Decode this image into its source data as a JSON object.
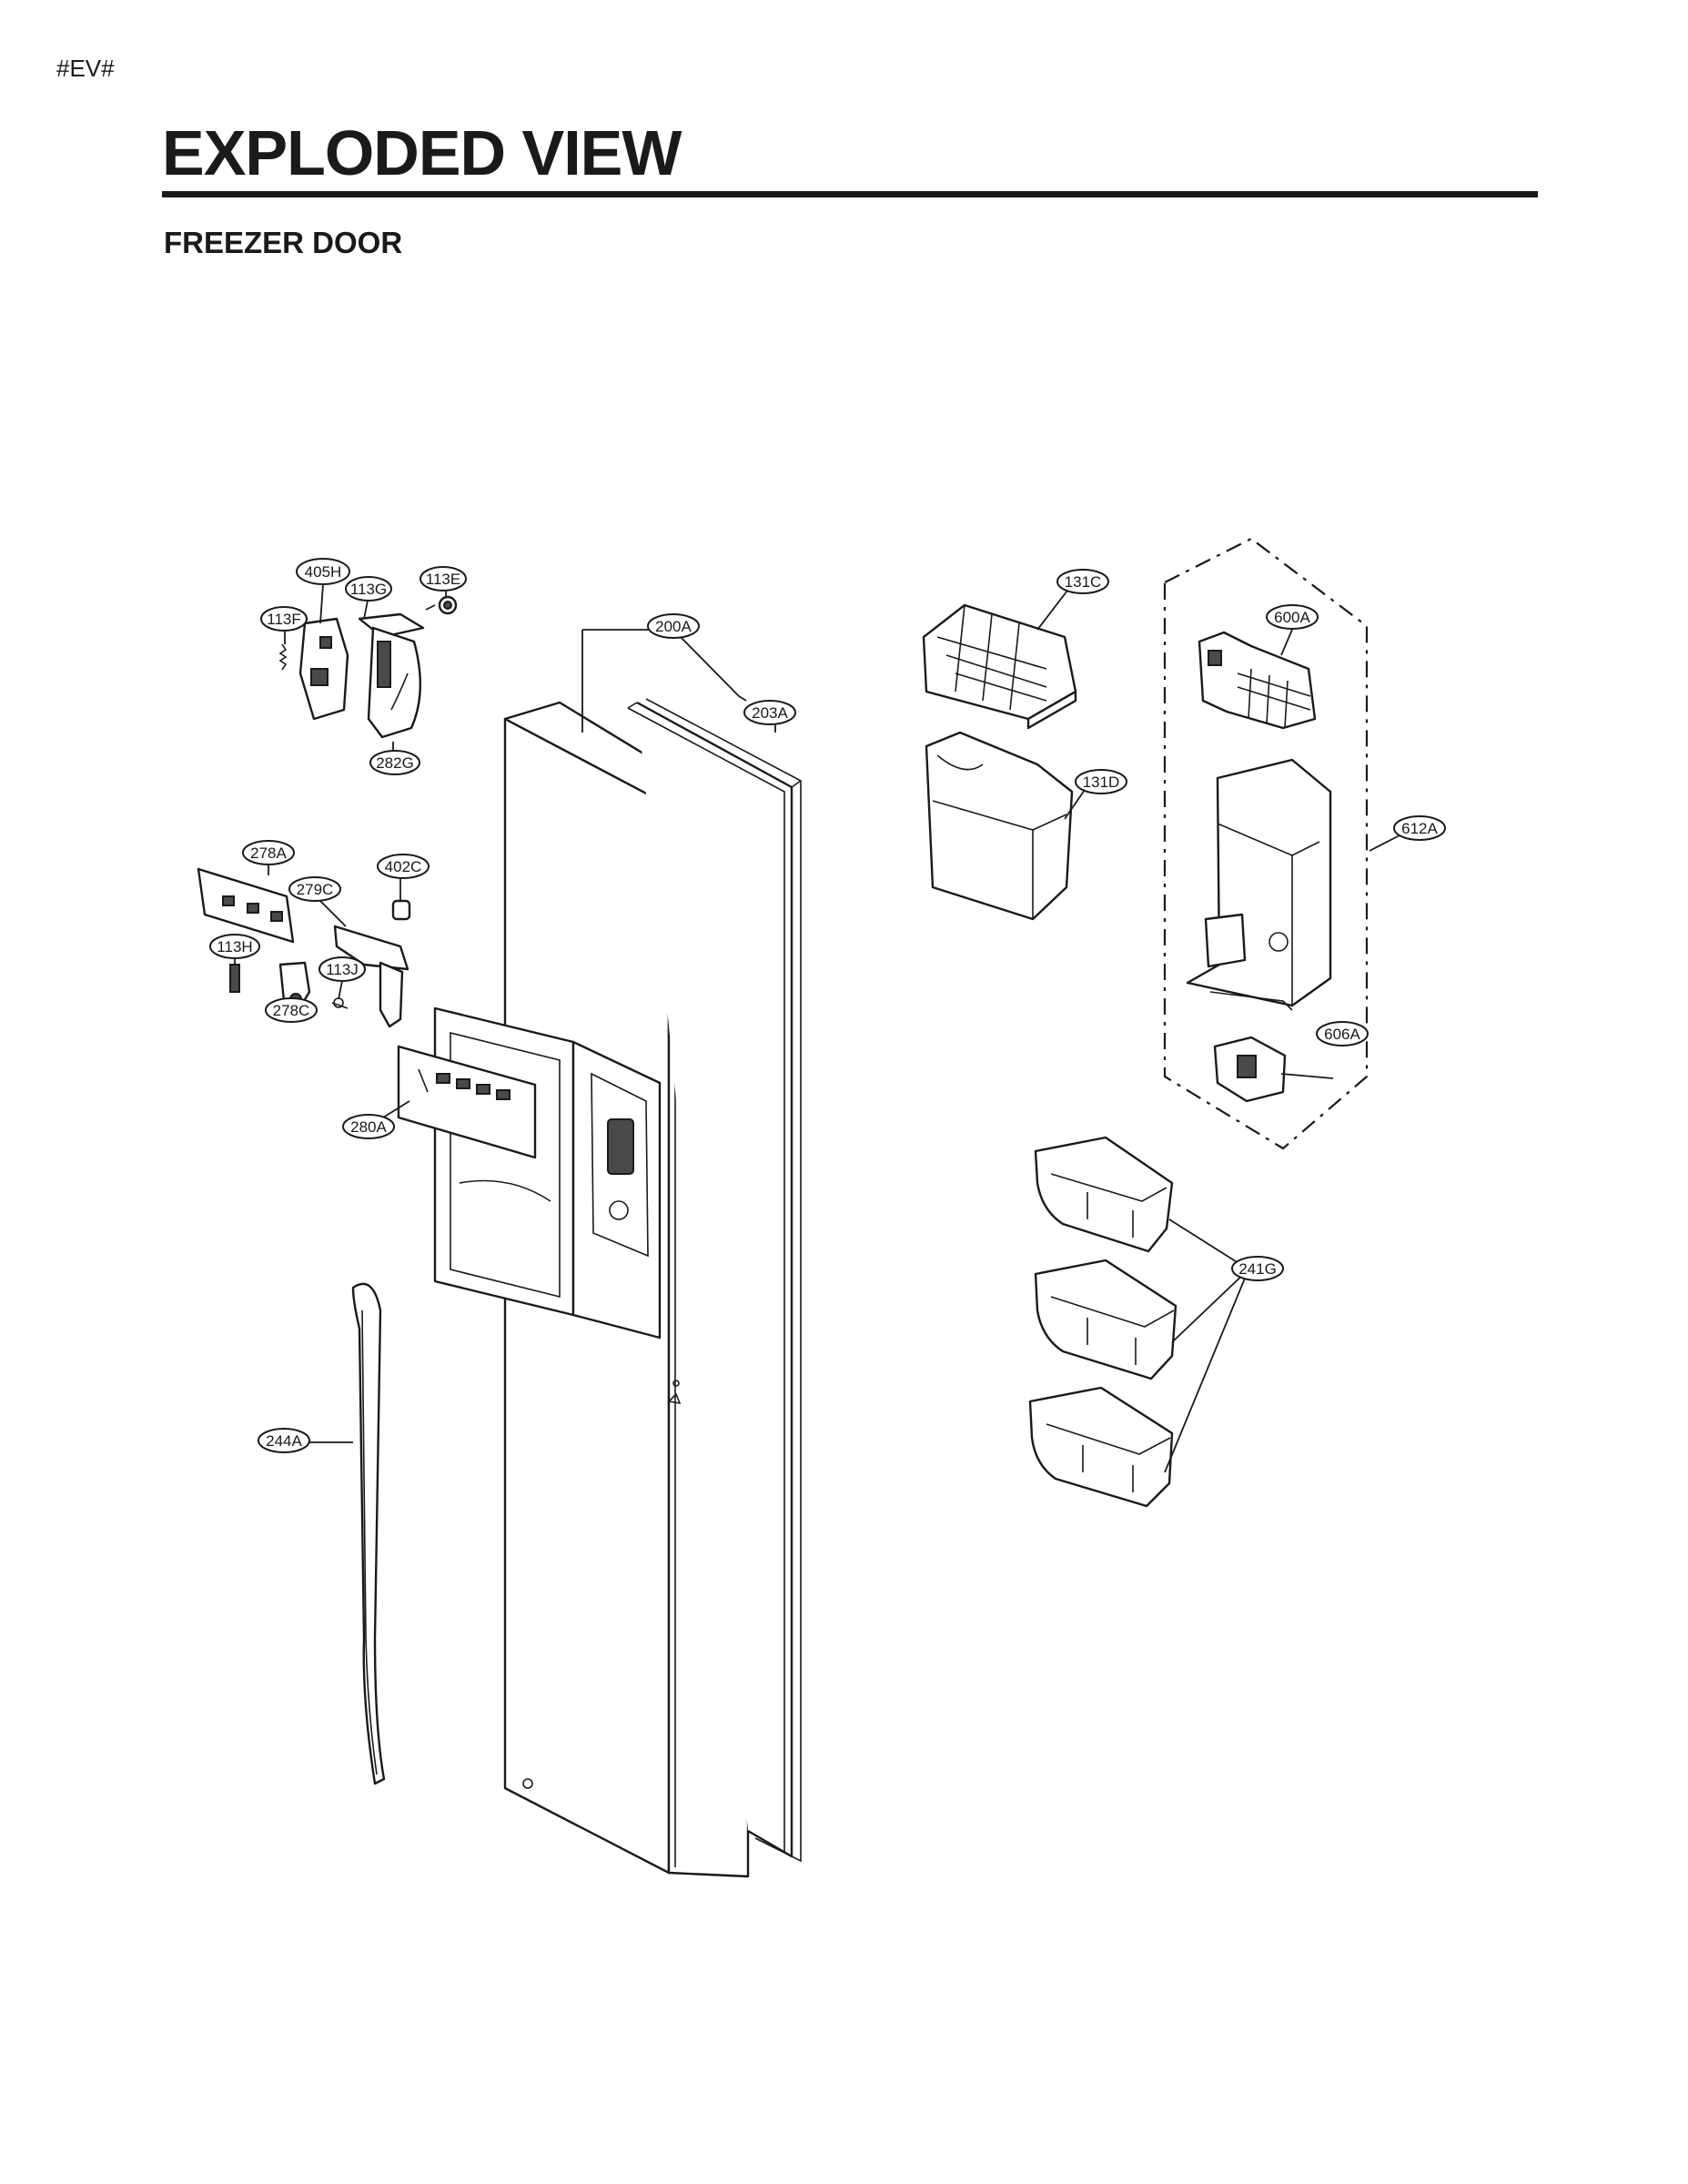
{
  "header": {
    "tag": "#EV#",
    "title": "EXPLODED VIEW",
    "subtitle": "FREEZER DOOR"
  },
  "callouts": [
    {
      "id": "405H",
      "label": "405H"
    },
    {
      "id": "113G",
      "label": "113G"
    },
    {
      "id": "113E",
      "label": "113E"
    },
    {
      "id": "113F",
      "label": "113F"
    },
    {
      "id": "282G",
      "label": "282G"
    },
    {
      "id": "200A",
      "label": "200A"
    },
    {
      "id": "203A",
      "label": "203A"
    },
    {
      "id": "278A",
      "label": "278A"
    },
    {
      "id": "402C",
      "label": "402C"
    },
    {
      "id": "279C",
      "label": "279C"
    },
    {
      "id": "113H",
      "label": "113H"
    },
    {
      "id": "113J",
      "label": "113J"
    },
    {
      "id": "278C",
      "label": "278C"
    },
    {
      "id": "280A",
      "label": "280A"
    },
    {
      "id": "244A",
      "label": "244A"
    },
    {
      "id": "131C",
      "label": "131C"
    },
    {
      "id": "131D",
      "label": "131D"
    },
    {
      "id": "600A",
      "label": "600A"
    },
    {
      "id": "612A",
      "label": "612A"
    },
    {
      "id": "606A",
      "label": "606A"
    },
    {
      "id": "241G",
      "label": "241G"
    }
  ]
}
